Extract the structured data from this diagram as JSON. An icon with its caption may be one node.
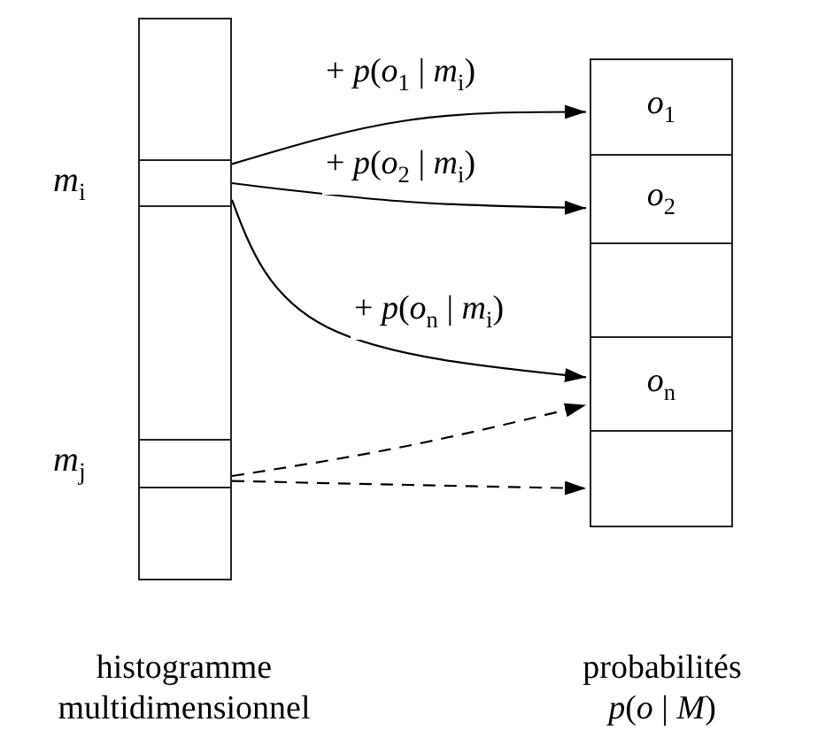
{
  "diagram": {
    "nodes": [
      {
        "text": [
          "histogramme multidimensionnel"
        ]
      },
      {
        "text": [],
        "shape": "box",
        "in": 0,
        "beside": [
          "*m*$_{i}$"
        ]
      },
      {
        "text": [],
        "shape": "box",
        "in": 0,
        "beside": [
          "*m*$_{j}$"
        ]
      },
      {
        "text": [
          "probabilités",
          "*p*(*o* | *M*)"
        ]
      },
      {
        "text": [
          "*o*$_{1}$"
        ],
        "in": 3
      },
      {
        "text": [
          "*o*$_{2}$"
        ],
        "in": 3
      },
      {
        "text": [],
        "shape": "box",
        "in": 3
      },
      {
        "text": [
          "*o*$_{n}$"
        ],
        "in": 3
      },
      {
        "text": [],
        "shape": "box",
        "in": 3
      }
    ],
    "edges": [
      {
        "from": 1,
        "to": 4,
        "arrow": "to",
        "label": "+ *p*(*o*$_{1}$ | *m*$_{i}$)"
      },
      {
        "from": 1,
        "to": 5,
        "arrow": "to",
        "label": "+ *p*(*o*$_{2}$ | *m*$_{i}$)"
      },
      {
        "from": 1,
        "to": 7,
        "arrow": "to",
        "label": "+ *p*(*o*$_{n}$ | *m*$_{i}$)"
      },
      {
        "from": 2,
        "to": 7,
        "arrow": "to",
        "style": "dashed"
      },
      {
        "from": 2,
        "to": 8,
        "arrow": "to",
        "style": "dashed"
      }
    ]
  }
}
